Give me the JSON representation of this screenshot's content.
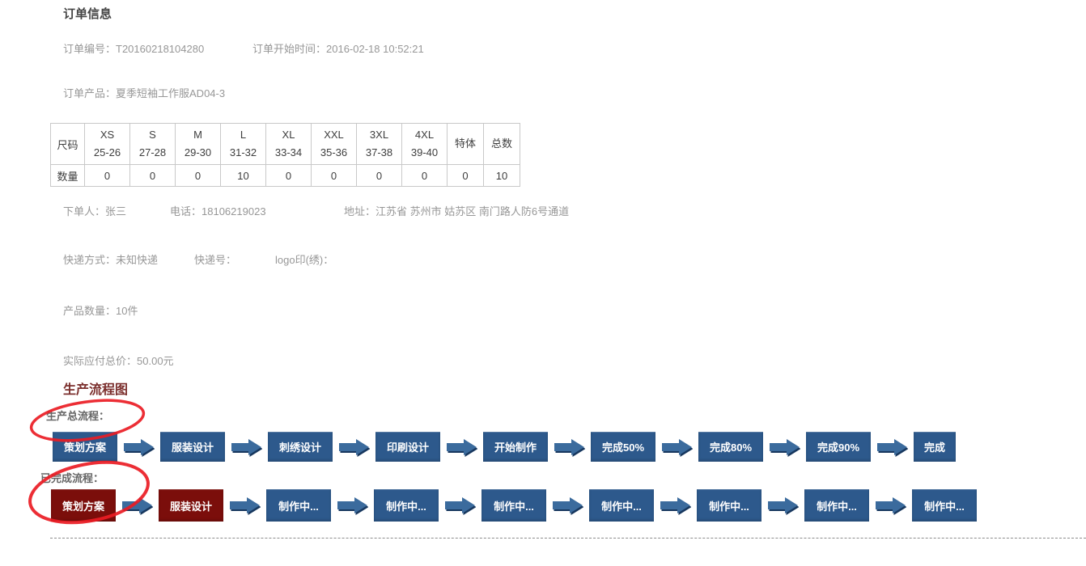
{
  "page": {
    "title": "订单信息"
  },
  "order_meta": {
    "order_no_label": "订单编号：",
    "order_no": "T20160218104280",
    "start_time_label": "订单开始时间：",
    "start_time": "2016-02-18 10:52:21",
    "product_label": "订单产品：",
    "product": "夏季短袖工作服AD04-3"
  },
  "size_table": {
    "row_header": "尺码",
    "qty_header": "数量",
    "columns": [
      {
        "size": "XS",
        "range": "25-26"
      },
      {
        "size": "S",
        "range": "27-28"
      },
      {
        "size": "M",
        "range": "29-30"
      },
      {
        "size": "L",
        "range": "31-32"
      },
      {
        "size": "XL",
        "range": "33-34"
      },
      {
        "size": "XXL",
        "range": "35-36"
      },
      {
        "size": "3XL",
        "range": "37-38"
      },
      {
        "size": "4XL",
        "range": "39-40"
      },
      {
        "size": "特体",
        "range": ""
      },
      {
        "size": "总数",
        "range": ""
      }
    ],
    "quantities": [
      "0",
      "0",
      "0",
      "10",
      "0",
      "0",
      "0",
      "0",
      "0",
      "10"
    ]
  },
  "buyer": {
    "name_label": "下单人：",
    "name": "张三",
    "phone_label": "电话：",
    "phone": "18106219023",
    "address_label": "地址：",
    "address": "江苏省 苏州市 姑苏区 南门路人防6号通道"
  },
  "shipping": {
    "method_label": "快递方式：",
    "method": "未知快递",
    "tracking_label": "快递号：",
    "tracking": "",
    "logo_label": "logo印(绣)：",
    "logo": ""
  },
  "quantity": {
    "label": "产品数量：",
    "value": "10件"
  },
  "price": {
    "label": "实际应付总价：",
    "value": "50.00元"
  },
  "flow": {
    "heading": "生产流程图",
    "total_label": "生产总流程：",
    "completed_label": "已完成流程：",
    "total_steps": [
      {
        "label": "策划方案",
        "variant": "blue"
      },
      {
        "label": "服装设计",
        "variant": "blue"
      },
      {
        "label": "刺绣设计",
        "variant": "blue"
      },
      {
        "label": "印刷设计",
        "variant": "blue"
      },
      {
        "label": "开始制作",
        "variant": "blue"
      },
      {
        "label": "完成50%",
        "variant": "blue"
      },
      {
        "label": "完成80%",
        "variant": "blue"
      },
      {
        "label": "完成90%",
        "variant": "blue"
      },
      {
        "label": "完成",
        "variant": "blue"
      }
    ],
    "completed_steps": [
      {
        "label": "策划方案",
        "variant": "red"
      },
      {
        "label": "服装设计",
        "variant": "red"
      },
      {
        "label": "制作中...",
        "variant": "blue"
      },
      {
        "label": "制作中...",
        "variant": "blue"
      },
      {
        "label": "制作中...",
        "variant": "blue"
      },
      {
        "label": "制作中...",
        "variant": "blue"
      },
      {
        "label": "制作中...",
        "variant": "blue"
      },
      {
        "label": "制作中...",
        "variant": "blue"
      },
      {
        "label": "制作中...",
        "variant": "blue"
      }
    ],
    "colors": {
      "step_blue": "#2d598c",
      "step_done_red": "#7b0e0b",
      "arrow": "#3b6b9d",
      "arrow_shadow": "#17375e",
      "annotation_red": "#ea1c24",
      "heading_maroon": "#7b2f2d"
    }
  }
}
